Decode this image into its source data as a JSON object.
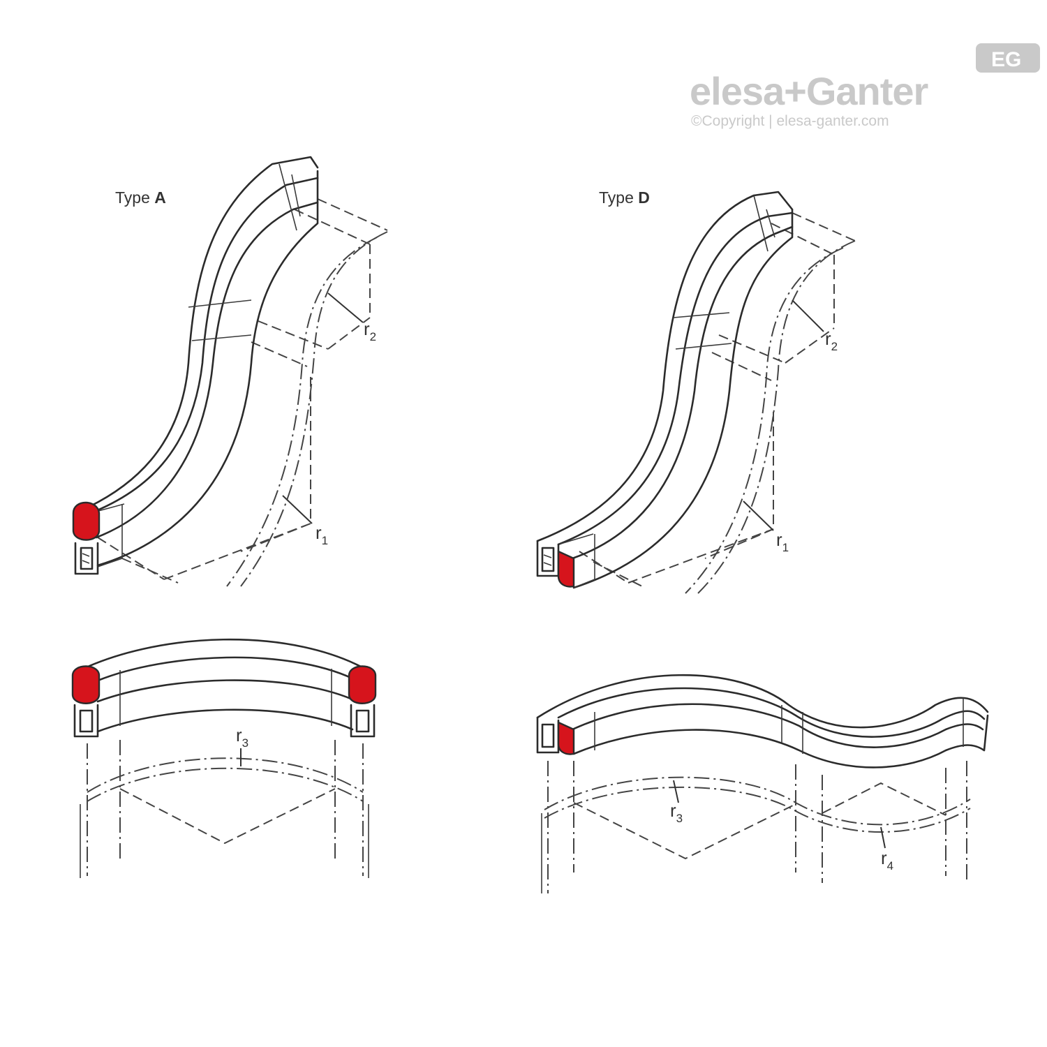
{
  "brand": {
    "logo": "elesa+Ganter",
    "copyright": "©Copyright | elesa-ganter.com",
    "badge": "EG",
    "color": "#c9c9c9"
  },
  "accent_color": "#d6141c",
  "figures": [
    {
      "type_label": "Type ",
      "type_letter": "A",
      "radii": [
        "r",
        "1",
        "r",
        "2"
      ]
    },
    {
      "type_label": "Type ",
      "type_letter": "D",
      "radii": [
        "r",
        "1",
        "r",
        "2"
      ]
    }
  ],
  "bottom_figures": [
    {
      "radii": [
        "r",
        "3"
      ]
    },
    {
      "radii": [
        "r",
        "3",
        "r",
        "4"
      ]
    }
  ]
}
